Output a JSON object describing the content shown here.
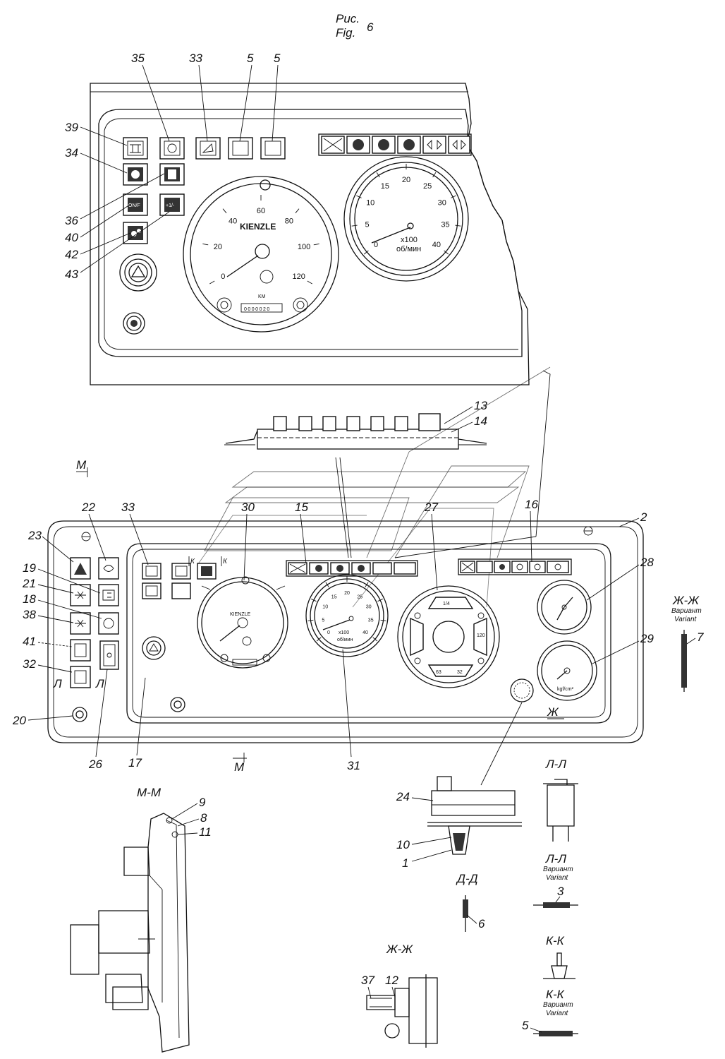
{
  "figure": {
    "caption_ru": "Рис.",
    "caption_en": "Fig.",
    "number": "6"
  },
  "upper_panel": {
    "callouts_top": [
      "35",
      "33",
      "5",
      "5"
    ],
    "callouts_left": [
      "39",
      "34",
      "36",
      "40",
      "42",
      "43"
    ],
    "speedometer": {
      "brand": "KIENZLE",
      "ticks": [
        "0",
        "20",
        "40",
        "60",
        "80",
        "100",
        "120"
      ],
      "unit": "KM",
      "odometer": "0000020"
    },
    "tachometer": {
      "ticks": [
        "0",
        "5",
        "10",
        "15",
        "20",
        "25",
        "30",
        "35",
        "40"
      ],
      "multiplier": "x100",
      "unit": "об/мин"
    },
    "switch_labels": [
      "ON/F",
      "+1/-"
    ]
  },
  "section_callouts": [
    "13",
    "14"
  ],
  "lower_panel": {
    "section_mark": "М",
    "callouts_top": [
      "22",
      "33",
      "30",
      "15",
      "27",
      "16",
      "2",
      "28",
      "29"
    ],
    "callouts_left": [
      "23",
      "19",
      "21",
      "18",
      "38",
      "41",
      "32",
      "20"
    ],
    "callouts_bottom": [
      "26",
      "17",
      "31"
    ],
    "section_marks": [
      "Л",
      "Л",
      "К",
      "К",
      "Ж",
      "М"
    ],
    "speedometer_brand": "KIENZLE",
    "tachometer": {
      "ticks": [
        "0",
        "5",
        "10",
        "15",
        "20",
        "25",
        "30",
        "35",
        "40"
      ],
      "multiplier": "x100",
      "unit": "об/мин"
    },
    "multi_gauge_labels": [
      "1/4",
      "63",
      "32",
      "120"
    ],
    "pressure_unit": "kgf/cm²"
  },
  "sections": {
    "mm": {
      "title": "М-М",
      "callouts": [
        "9",
        "8",
        "11"
      ]
    },
    "dd": {
      "title": "Д-Д",
      "callouts": [
        "24",
        "10",
        "1",
        "6"
      ]
    },
    "zz": {
      "title": "Ж-Ж",
      "callouts": [
        "37",
        "12"
      ]
    },
    "ll": {
      "title": "Л-Л"
    },
    "ll_variant": {
      "title": "Л-Л",
      "ru": "Вариант",
      "en": "Variant",
      "callout": "3"
    },
    "kk": {
      "title": "К-К"
    },
    "kk_variant": {
      "title": "К-К",
      "ru": "Вариант",
      "en": "Variant",
      "callout": "5"
    },
    "zz_variant": {
      "title": "Ж-Ж",
      "ru": "Вариант",
      "en": "Variant",
      "callout": "7"
    }
  }
}
